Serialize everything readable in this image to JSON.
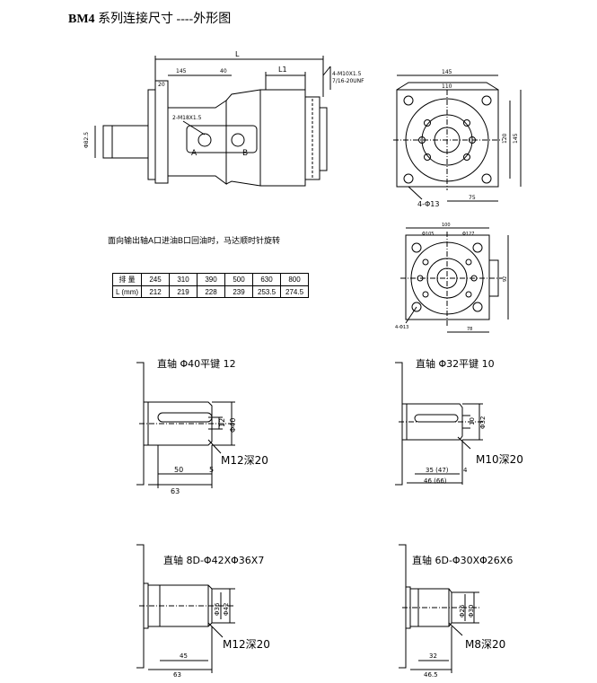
{
  "header": {
    "model": "BM4",
    "title": "系列连接尺寸  ----外形图"
  },
  "main_view": {
    "dim_L": "L",
    "dim_L1": "L1",
    "port_a": "A",
    "port_b": "B",
    "dim_145": "145",
    "dim_40": "40",
    "dim_20": "20",
    "note_thread": "2-M18X1.5",
    "dim_side_1": "4-M10X1.5",
    "dim_side_2": "7/16-20UNF",
    "dim_vertical": "Φ82.5"
  },
  "end_view_top": {
    "dim_top": "145",
    "dim_inner": "110",
    "dim_right": "145",
    "dim_right2": "120",
    "dim_bottom": "75",
    "hole_label": "4-Φ13"
  },
  "end_view_bottom": {
    "dim_top": "100",
    "dim_a": "Φ105",
    "dim_b": "Φ127",
    "dim_right": "92",
    "dim_bottom": "78",
    "hole_label": "4-Φ13"
  },
  "rotation_note": "面向输出轴A口进油B口回油时，马达顺时针旋转",
  "spec_table": {
    "row1": [
      "排  量",
      "245",
      "310",
      "390",
      "500",
      "630",
      "800"
    ],
    "row2": [
      "L (mm)",
      "212",
      "219",
      "228",
      "239",
      "253.5",
      "274.5"
    ]
  },
  "shaft1": {
    "title": "直轴 Φ40平键 12",
    "dim_key": "12",
    "dim_dia": "Φ40",
    "thread": "M12深20",
    "dim_50": "50",
    "dim_5": "5",
    "dim_63": "63"
  },
  "shaft2": {
    "title": "直轴 Φ32平键 10",
    "dim_key": "10",
    "dim_dia": "Φ32",
    "thread": "M10深20",
    "dim_35": "35 (47)",
    "dim_4": "4",
    "dim_total": "46 (66)"
  },
  "shaft3": {
    "title": "直轴 8D-Φ42XΦ36X7",
    "dim_d1": "Φ36",
    "dim_d2": "Φ42",
    "thread": "M12深20",
    "dim_45": "45",
    "dim_63": "63"
  },
  "shaft4": {
    "title": "直轴 6D-Φ30XΦ26X6",
    "dim_d1": "Φ26",
    "dim_d2": "Φ30",
    "thread": "M8深20",
    "dim_32": "32",
    "dim_total": "46.5"
  }
}
